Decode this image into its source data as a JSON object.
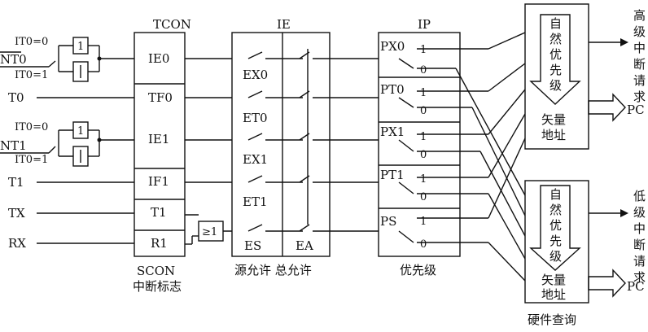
{
  "tcon": {
    "title": "TCON",
    "cells": [
      "IE0",
      "TF0",
      "IE1",
      "IF1",
      "T1",
      "R1"
    ],
    "footer_line1": "SCON",
    "footer_line2": "中断标志"
  },
  "ie": {
    "title": "IE",
    "switches": [
      "EX0",
      "ET0",
      "EX1",
      "ET1",
      "ES"
    ],
    "ea": "EA",
    "footer": "源允许 总允许"
  },
  "ip": {
    "title": "IP",
    "rows": [
      "PX0",
      "PT0",
      "PX1",
      "PT1",
      "PS"
    ],
    "one": "1",
    "zero": "0",
    "footer": "优先级"
  },
  "inputs": {
    "int0": {
      "it_eq0": "IT0=0",
      "it_eq1": "IT0=1",
      "pin": "NT0"
    },
    "int1": {
      "it_eq0": "IT0=0",
      "it_eq1": "IT0=1",
      "pin": "NT1"
    },
    "t0": "T0",
    "t1": "T1",
    "tx": "TX",
    "rx": "RX",
    "gate_one": "1",
    "or_gate": "≥1"
  },
  "hardware": {
    "high_priority": [
      "自",
      "然",
      "优",
      "先",
      "级"
    ],
    "low_priority": [
      "自",
      "然",
      "优",
      "先",
      "级"
    ],
    "vector_line1": "矢量",
    "vector_line2": "地址",
    "footer": "硬件查询"
  },
  "outputs": {
    "high_label": [
      "高",
      "级",
      "中",
      "断",
      "请",
      "求"
    ],
    "low_label": [
      "低",
      "级",
      "中",
      "断",
      "请",
      "求"
    ],
    "pc": "PC"
  }
}
